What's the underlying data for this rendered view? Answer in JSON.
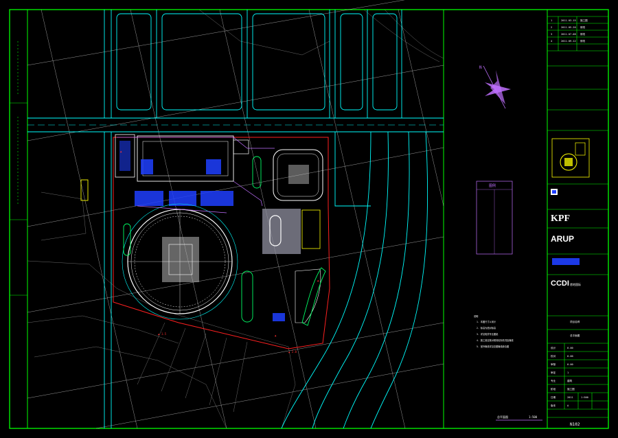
{
  "drawing": {
    "sheet_number": "N102",
    "scale": "1:500",
    "plan_title_label": "总平面图",
    "north_label": "N",
    "legend_title": "图例",
    "notes_heading": "说明",
    "notes_lines": [
      "1. 本图尺寸以米计",
      "2. 标高为绝对标高",
      "3. 详见相关专业图纸",
      "4. 施工前应核对现场实际情况及管线",
      "5. 室外管线详见总图管线综合图"
    ]
  },
  "title_block": {
    "revisions": [
      {
        "no": "1",
        "date": "2011.03.15",
        "desc": "施工图"
      },
      {
        "no": "2",
        "date": "2011.05.20",
        "desc": "修改"
      },
      {
        "no": "3",
        "date": "2011.07.08",
        "desc": "修改"
      },
      {
        "no": "4",
        "date": "2011.09.12",
        "desc": "修改"
      }
    ],
    "architect": "KPF",
    "engineer": "ARUP",
    "consultant": "CCDI",
    "consultant_suffix": "悉地国际",
    "project_label": "项目名称",
    "drawing_title": "总平面图",
    "fields": [
      {
        "label": "设计",
        "value": "0.00"
      },
      {
        "label": "校对",
        "value": "0.00"
      },
      {
        "label": "审核",
        "value": "0.00"
      },
      {
        "label": "审定",
        "value": "1"
      },
      {
        "label": "专业",
        "value": "建筑"
      },
      {
        "label": "阶段",
        "value": "施工图"
      },
      {
        "label": "日期",
        "value": "2011"
      },
      {
        "label": "版本",
        "value": "A"
      }
    ],
    "scale_value": "1:500",
    "sheet_no": "N102"
  },
  "colors": {
    "frame": "#00ff00",
    "road": "#00ffff",
    "building": "#ffffff",
    "property_line": "#ff2020",
    "blue_fill": "#1f3fff",
    "yellow": "#ffff00",
    "magenta": "#c070ff",
    "grid": "#e6e6e6"
  }
}
